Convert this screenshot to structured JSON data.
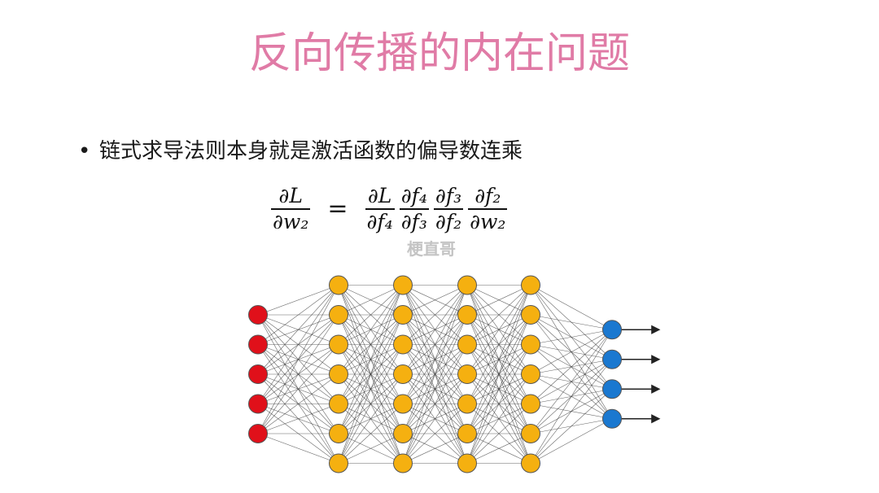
{
  "title": {
    "text": "反向传播的内在问题",
    "color": "#e07ba6"
  },
  "bullet": {
    "marker": "•",
    "text": "链式求导法则本身就是激活函数的偏导数连乘"
  },
  "formula": {
    "lhs": {
      "num": "∂L",
      "den": "∂w₂"
    },
    "equals": "=",
    "rhs": [
      {
        "num": "∂L",
        "den": "∂f₄"
      },
      {
        "num": "∂f₄",
        "den": "∂f₃"
      },
      {
        "num": "∂f₃",
        "den": "∂f₂"
      },
      {
        "num": "∂f₂",
        "den": "∂w₂"
      }
    ]
  },
  "watermark": "梗直哥",
  "network": {
    "layers": [
      {
        "role": "input",
        "count": 5,
        "color": "#e0101a"
      },
      {
        "role": "hidden",
        "count": 7,
        "color": "#f5b010"
      },
      {
        "role": "hidden",
        "count": 7,
        "color": "#f5b010"
      },
      {
        "role": "hidden",
        "count": 7,
        "color": "#f5b010"
      },
      {
        "role": "hidden",
        "count": 7,
        "color": "#f5b010"
      },
      {
        "role": "output",
        "count": 4,
        "color": "#1a78d0"
      }
    ],
    "edge_color": "#333333",
    "node_stroke": "#555555",
    "output_arrows": true
  }
}
